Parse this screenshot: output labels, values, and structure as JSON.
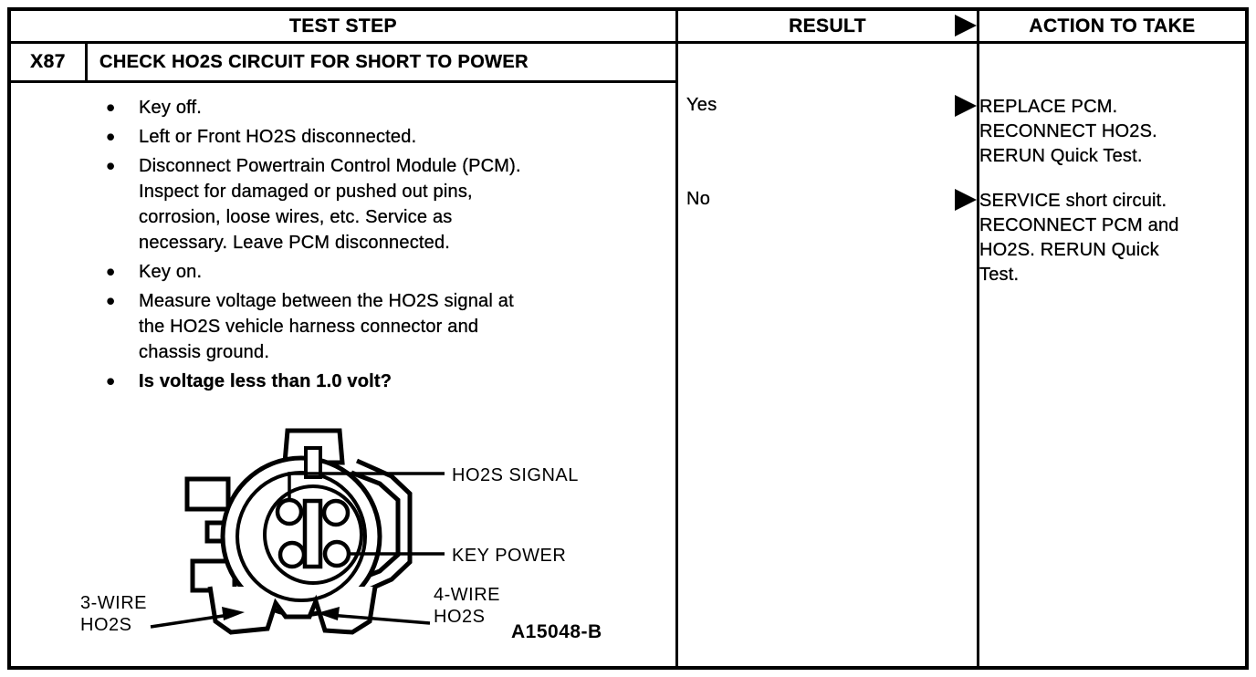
{
  "header": {
    "test_step_label": "TEST STEP",
    "result_label": "RESULT",
    "action_label": "ACTION TO TAKE"
  },
  "step": {
    "code": "X87",
    "title": "CHECK HO2S CIRCUIT FOR SHORT TO POWER"
  },
  "bullet_char": "●",
  "procedure": {
    "items": [
      {
        "lines": [
          "Key off."
        ]
      },
      {
        "lines": [
          "Left or Front HO2S disconnected."
        ]
      },
      {
        "lines": [
          "Disconnect Powertrain Control Module (PCM).",
          "Inspect for damaged or pushed out pins,",
          "corrosion, loose wires, etc. Service as",
          "necessary. Leave PCM disconnected."
        ]
      },
      {
        "lines": [
          "Key on."
        ]
      },
      {
        "lines": [
          "Measure voltage between the HO2S signal at",
          "the HO2S vehicle harness connector and",
          "chassis ground."
        ]
      },
      {
        "lines": [
          "Is voltage less than 1.0 volt?"
        ]
      }
    ]
  },
  "results": {
    "yes": {
      "label": "Yes",
      "action_lines": [
        "REPLACE PCM.",
        "RECONNECT HO2S.",
        "RERUN Quick Test."
      ]
    },
    "no": {
      "label": "No",
      "action_lines": [
        "SERVICE short circuit.",
        "RECONNECT PCM and",
        "HO2S. RERUN Quick",
        "Test."
      ]
    }
  },
  "diagram": {
    "signal_label": "HO2S SIGNAL",
    "key_power_label": "KEY POWER",
    "three_wire_line1": "3-WIRE",
    "three_wire_line2": "HO2S",
    "four_wire_line1": "4-WIRE",
    "four_wire_line2": "HO2S",
    "figure_code": "A15048-B"
  }
}
